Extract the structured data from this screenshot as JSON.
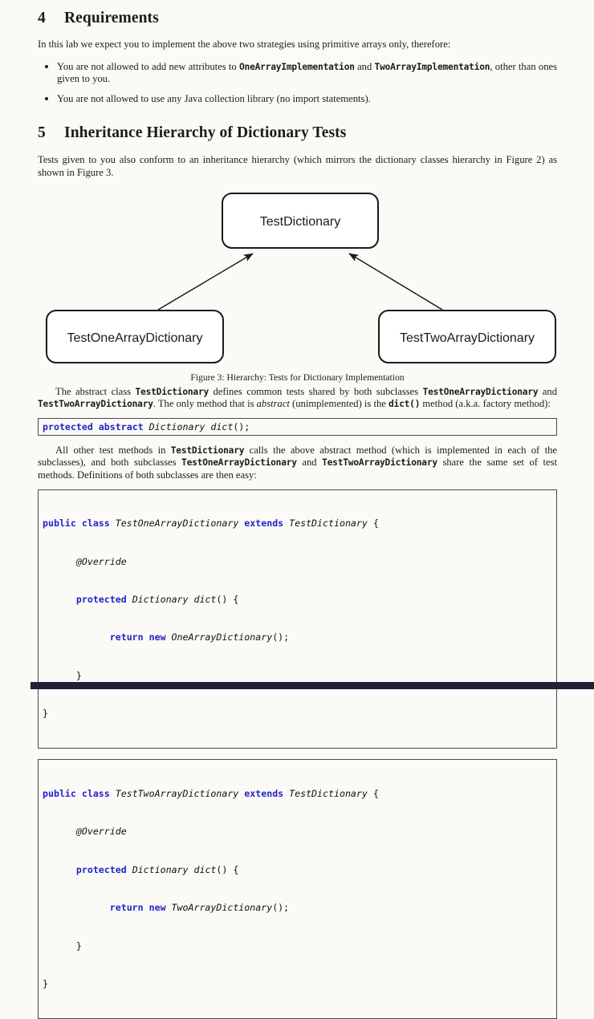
{
  "document": {
    "sections": [
      {
        "number": "4",
        "title": "Requirements",
        "intro": "In this lab we expect you to implement the above two strategies using primitive arrays only, therefore:",
        "bullets": [
          {
            "part1": "You are not allowed to add new attributes to ",
            "code1": "OneArrayImplementation",
            "part2": " and ",
            "code2": "TwoArrayImplementation",
            "part3": ", other than ones given to you."
          },
          {
            "part1": "You are not allowed to use any Java collection library (no import statements).",
            "code1": "",
            "part2": "",
            "code2": "",
            "part3": ""
          }
        ]
      },
      {
        "number": "5",
        "title": "Inheritance Hierarchy of Dictionary Tests",
        "intro": "Tests given to you also conform to an inheritance hierarchy (which mirrors the dictionary classes hierarchy in Figure 2) as shown in Figure 3."
      }
    ],
    "figure": {
      "caption": "Figure 3: Hierarchy: Tests for Dictionary Implementation",
      "nodes": {
        "parent": "TestDictionary",
        "child_left": "TestOneArrayDictionary",
        "child_right": "TestTwoArrayDictionary"
      },
      "edge_style": "inheritance-arrow",
      "colors": {
        "box_border": "#1b1b1b",
        "box_fill": "#ffffff",
        "arrow": "#1b1b1b"
      }
    },
    "paragraphs": {
      "p_abstract": {
        "t1": "The abstract class ",
        "c1": "TestDictionary",
        "t2": " defines common tests shared by both subclasses ",
        "c2": "TestOneArrayDictionary",
        "t3": " and ",
        "c3": "TestTwoArrayDictionary",
        "t4": ". The only method that is ",
        "i1": "abstract",
        "t5": " (unimplemented) is the ",
        "c4": "dict()",
        "t6": " method (a.k.a. factory method):"
      },
      "p_allother": {
        "t1": "All other test methods in ",
        "c1": "TestDictionary",
        "t2": " calls the above abstract method (which is implemented in each of the subclasses), and both subclasses ",
        "c2": "TestOneArrayDictionary",
        "t3": " and ",
        "c3": "TestTwoArrayDictionary",
        "t4": " share the same set of test methods. Definitions of both subclasses are then easy:"
      }
    },
    "code_blocks": [
      {
        "name": "abstract-dict-signature",
        "lines": [
          [
            {
              "t": "protected abstract ",
              "s": "kw"
            },
            {
              "t": "Dictionary dict",
              "s": "id"
            },
            {
              "t": "();",
              "s": "pl"
            }
          ]
        ]
      },
      {
        "name": "test-one-array-dictionary-class",
        "lines": [
          [
            {
              "t": "public class ",
              "s": "kw"
            },
            {
              "t": "TestOneArrayDictionary ",
              "s": "id"
            },
            {
              "t": "extends ",
              "s": "kw"
            },
            {
              "t": "TestDictionary ",
              "s": "id"
            },
            {
              "t": "{",
              "s": "pl"
            }
          ],
          [
            {
              "t": "      ",
              "s": "pl"
            },
            {
              "t": "@Override",
              "s": "id"
            }
          ],
          [
            {
              "t": "      ",
              "s": "pl"
            },
            {
              "t": "protected ",
              "s": "kw"
            },
            {
              "t": "Dictionary dict",
              "s": "id"
            },
            {
              "t": "() {",
              "s": "pl"
            }
          ],
          [
            {
              "t": "            ",
              "s": "pl"
            },
            {
              "t": "return new ",
              "s": "kw"
            },
            {
              "t": "OneArrayDictionary",
              "s": "id"
            },
            {
              "t": "();",
              "s": "pl"
            }
          ],
          [
            {
              "t": "      }",
              "s": "pl"
            }
          ],
          [
            {
              "t": "}",
              "s": "pl"
            }
          ]
        ]
      },
      {
        "name": "test-two-array-dictionary-class",
        "lines": [
          [
            {
              "t": "public class ",
              "s": "kw"
            },
            {
              "t": "TestTwoArrayDictionary ",
              "s": "id"
            },
            {
              "t": "extends ",
              "s": "kw"
            },
            {
              "t": "TestDictionary ",
              "s": "id"
            },
            {
              "t": "{",
              "s": "pl"
            }
          ],
          [
            {
              "t": "      ",
              "s": "pl"
            },
            {
              "t": "@Override",
              "s": "id"
            }
          ],
          [
            {
              "t": "      ",
              "s": "pl"
            },
            {
              "t": "protected ",
              "s": "kw"
            },
            {
              "t": "Dictionary dict",
              "s": "id"
            },
            {
              "t": "() {",
              "s": "pl"
            }
          ],
          [
            {
              "t": "            ",
              "s": "pl"
            },
            {
              "t": "return new ",
              "s": "kw"
            },
            {
              "t": "TwoArrayDictionary",
              "s": "id"
            },
            {
              "t": "();",
              "s": "pl"
            }
          ],
          [
            {
              "t": "      }",
              "s": "pl"
            }
          ],
          [
            {
              "t": "}",
              "s": "pl"
            }
          ]
        ]
      }
    ],
    "colors": {
      "page_background": "#fbfaf7",
      "text": "#1b1b1b",
      "keyword_blue": "#2222cc",
      "code_border": "#4a4a52",
      "footer_bar": "#241f33"
    }
  }
}
